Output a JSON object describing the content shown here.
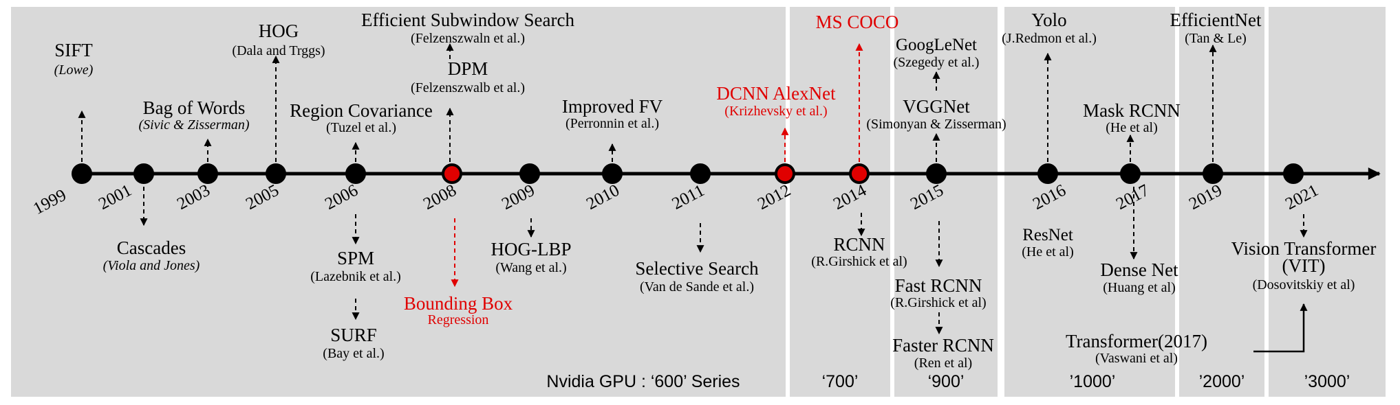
{
  "colors": {
    "panel": "#d9d9d9",
    "text": "#000000",
    "highlight": "#e00000",
    "node": "#000000"
  },
  "years": [
    "1999",
    "2001",
    "2003",
    "2005",
    "2006",
    "2008",
    "2009",
    "2010",
    "2011",
    "2012",
    "2014",
    "2015",
    "2016",
    "2017",
    "2019",
    "2021"
  ],
  "gpu_eras": [
    "Nvidia GPU : ‘600’ Series",
    "‘700’",
    "‘900’",
    "’1000’",
    "’2000’",
    "’3000’"
  ],
  "milestones": {
    "sift": {
      "name": "SIFT",
      "authors": "(Lowe)"
    },
    "bag_of_words": {
      "name": "Bag of Words",
      "authors": "(Sivic & Zisserman)"
    },
    "hog": {
      "name": "HOG",
      "authors": "(Dala and Trggs)"
    },
    "region_covariance": {
      "name": "Region Covariance",
      "authors": "(Tuzel et al.)"
    },
    "efficient_subwindow": {
      "name": "Efficient Subwindow Search",
      "authors": "(Felzenszwaln et al.)"
    },
    "dpm": {
      "name": "DPM",
      "authors": "(Felzenszwalb et al.)"
    },
    "improved_fv": {
      "name": "Improved FV",
      "authors": "(Perronnin et al.)"
    },
    "alexnet": {
      "name": "DCNN AlexNet",
      "authors": "(Krizhevsky et al.)"
    },
    "ms_coco": {
      "name": "MS COCO"
    },
    "googlenet": {
      "name": "GoogLeNet",
      "authors": "(Szegedy et al.)"
    },
    "vggnet": {
      "name": "VGGNet",
      "authors": "(Simonyan & Zisserman)"
    },
    "yolo": {
      "name": "Yolo",
      "authors": "(J.Redmon et al.)"
    },
    "mask_rcnn": {
      "name": "Mask RCNN",
      "authors": "(He et al)"
    },
    "efficientnet": {
      "name": "EfficientNet",
      "authors": "(Tan & Le)"
    },
    "cascades": {
      "name": "Cascades",
      "authors": "(Viola and Jones)"
    },
    "spm": {
      "name": "SPM",
      "authors": "(Lazebnik et al.)"
    },
    "surf": {
      "name": "SURF",
      "authors": "(Bay et al.)"
    },
    "bbox": {
      "name": "Bounding Box",
      "sub": "Regression"
    },
    "hog_lbp": {
      "name": "HOG-LBP",
      "authors": "(Wang et al.)"
    },
    "selective_search": {
      "name": "Selective Search",
      "authors": "(Van de Sande et al.)"
    },
    "rcnn": {
      "name": "RCNN",
      "authors": "(R.Girshick et al)"
    },
    "fast_rcnn": {
      "name": "Fast RCNN",
      "authors": "(R.Girshick et al)"
    },
    "faster_rcnn": {
      "name": "Faster RCNN",
      "authors": "(Ren et al)"
    },
    "resnet": {
      "name": "ResNet",
      "authors": "(He et al)"
    },
    "densenet": {
      "name": "Dense Net",
      "authors": "(Huang et al)"
    },
    "vit": {
      "name": "Vision Transformer",
      "name2": "(VIT)",
      "authors": "(Dosovitskiy et al)"
    },
    "transformer": {
      "name": "Transformer(2017)",
      "authors": "(Vaswani et al)"
    }
  }
}
